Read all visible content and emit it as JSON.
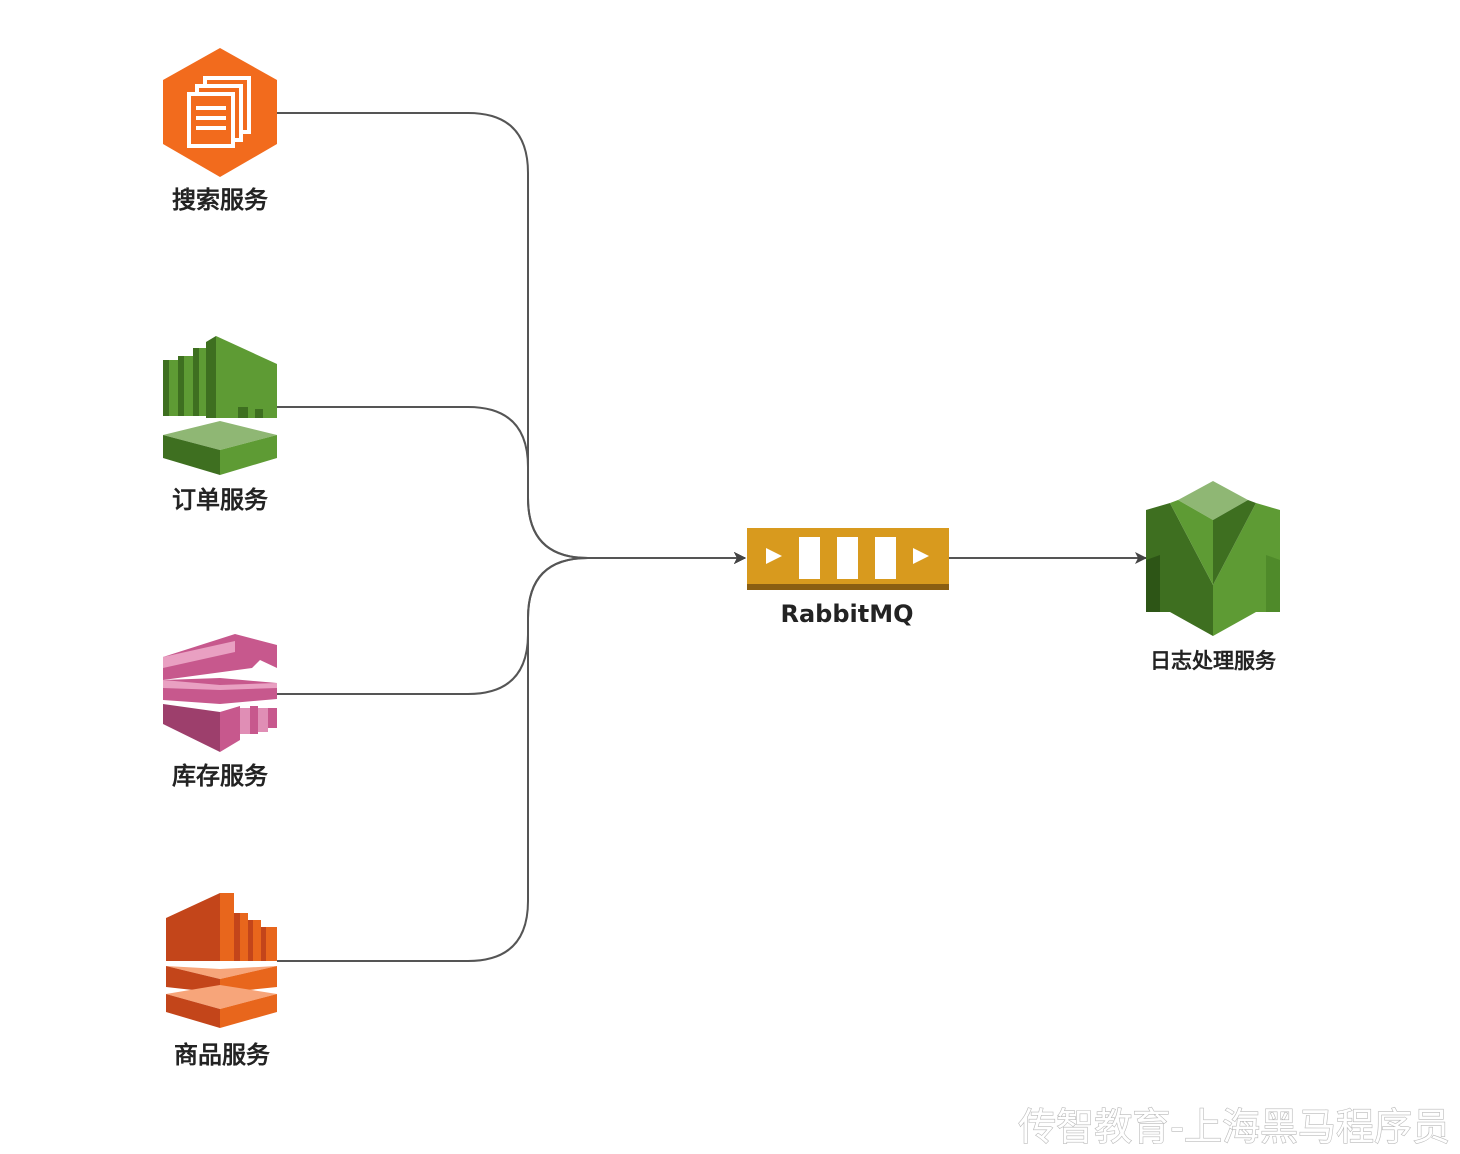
{
  "nodes": {
    "search": {
      "label": "搜索服务",
      "icon": "aws-documents-hexagon-icon",
      "color": "#F26B1D"
    },
    "order": {
      "label": "订单服务",
      "icon": "aws-green-storage-icon",
      "color": "#4F8A2A"
    },
    "inventory": {
      "label": "库存服务",
      "icon": "aws-pink-stack-icon",
      "color": "#C7588D"
    },
    "product": {
      "label": "商品服务",
      "icon": "aws-orange-storage-icon",
      "color": "#E8661C"
    },
    "mq": {
      "label": "RabbitMQ",
      "icon": "message-queue-icon",
      "color": "#D89A1E"
    },
    "log": {
      "label": "日志处理服务",
      "icon": "aws-green-vee-icon",
      "color": "#4F8A2A"
    }
  },
  "edges": [
    {
      "from": "search",
      "to": "mq"
    },
    {
      "from": "order",
      "to": "mq"
    },
    {
      "from": "inventory",
      "to": "mq"
    },
    {
      "from": "product",
      "to": "mq"
    },
    {
      "from": "mq",
      "to": "log"
    }
  ],
  "watermark": "传智教育-上海黑马程序员"
}
